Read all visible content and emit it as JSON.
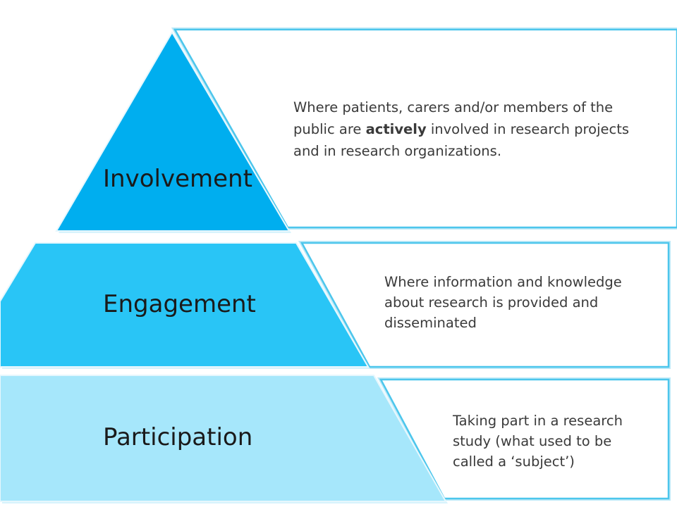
{
  "tiers": [
    {
      "label": "Involvement",
      "description_before": "Where patients,  carers and/or members of the public are ",
      "description_emphasis": "actively",
      "description_after": " involved in research projects and in research organizations.",
      "fill": "#00AEEF"
    },
    {
      "label": "Engagement",
      "description": "Where information and knowledge about research is provided and disseminated",
      "fill": "#29C5F6"
    },
    {
      "label": "Participation",
      "description": "Taking part in a research study (what used to be called a ‘subject’)",
      "fill": "#A6E7FB"
    }
  ],
  "colors": {
    "box_border": "#4CC6EC",
    "text": "#3a3a3a",
    "label_text": "#1a1a1a"
  }
}
